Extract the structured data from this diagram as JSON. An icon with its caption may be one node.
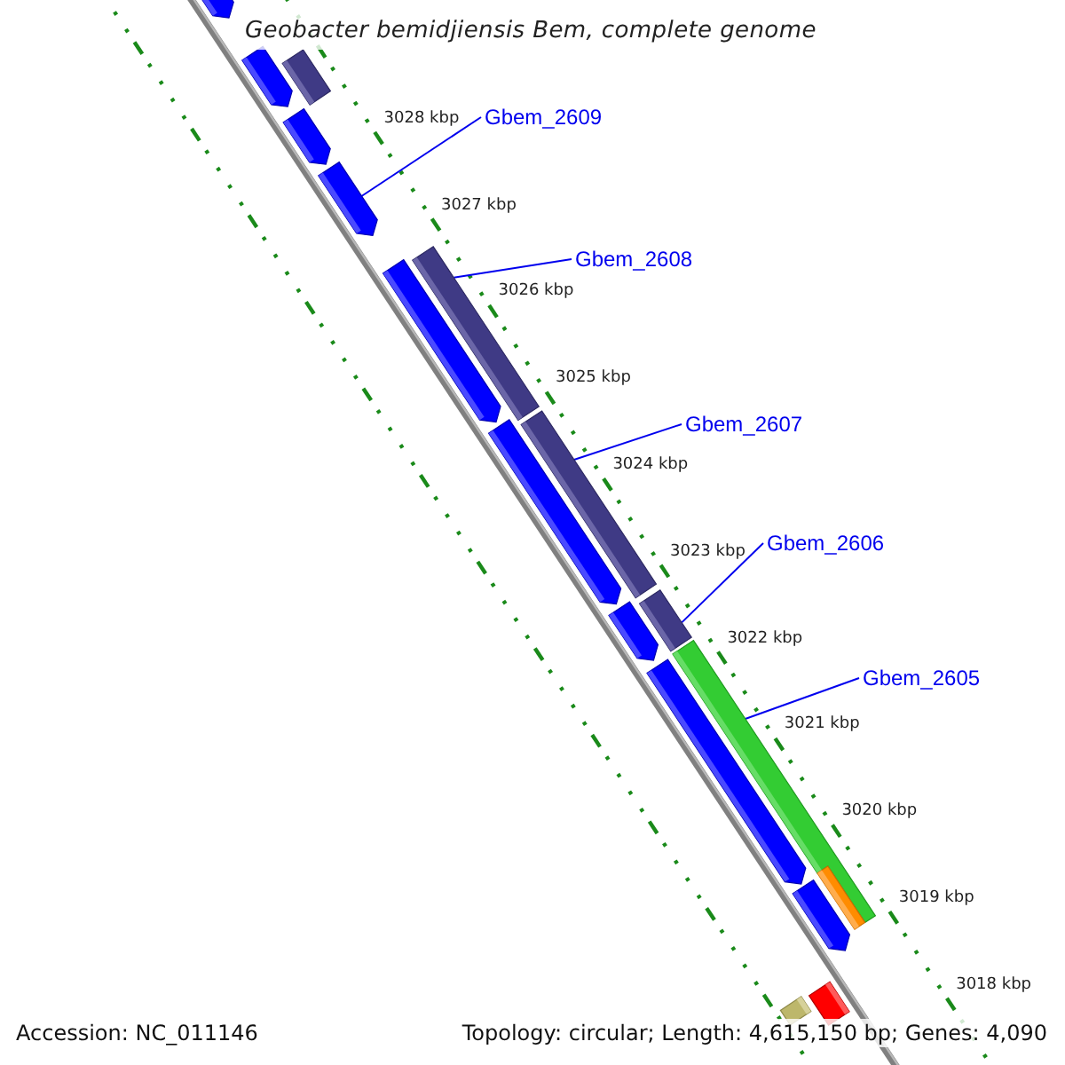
{
  "diagram": {
    "title": "Geobacter bemidjiensis Bem, complete genome",
    "nodes": [
      {
        "text": [
          "Gbem_2609"
        ]
      },
      {
        "text": [
          "Gbem_2608"
        ]
      },
      {
        "text": [
          "Gbem_2607"
        ]
      },
      {
        "text": [
          "Gbem_2606"
        ]
      },
      {
        "text": [
          "Gbem_2605"
        ]
      },
      {
        "text": [],
        "shape": "arrow"
      },
      {
        "text": [],
        "shape": "bar"
      },
      {
        "text": [],
        "shape": "arrow"
      },
      {
        "text": [],
        "shape": "arrow"
      },
      {
        "text": [],
        "shape": "arrow"
      },
      {
        "text": [],
        "shape": "arrow"
      },
      {
        "text": [],
        "shape": "bar"
      },
      {
        "text": [],
        "shape": "arrow"
      },
      {
        "text": [],
        "shape": "bar"
      },
      {
        "text": [],
        "shape": "arrow"
      },
      {
        "text": [],
        "shape": "bar"
      },
      {
        "text": [],
        "shape": "bar"
      },
      {
        "text": [],
        "shape": "arrow"
      },
      {
        "text": [],
        "shape": "bar"
      },
      {
        "text": [],
        "shape": "arrow"
      },
      {
        "text": [],
        "shape": "bar"
      },
      {
        "text": [],
        "shape": "bar"
      }
    ],
    "edges": [
      {
        "from": 0,
        "to": 9,
        "arrow": "none"
      },
      {
        "from": 1,
        "to": 11,
        "arrow": "none"
      },
      {
        "from": 2,
        "to": 13,
        "arrow": "none"
      },
      {
        "from": 3,
        "to": 15,
        "arrow": "none"
      },
      {
        "from": 4,
        "to": 16,
        "arrow": "none"
      }
    ],
    "labels": [
      "3028 kbp",
      "3027 kbp",
      "3026 kbp",
      "3025 kbp",
      "3024 kbp",
      "3023 kbp",
      "3022 kbp",
      "3021 kbp",
      "3020 kbp",
      "3019 kbp",
      "3018 kbp",
      "Accession: NC_011146",
      "Topology: circular; Length: 4,615,150 bp; Genes: 4,090"
    ]
  }
}
